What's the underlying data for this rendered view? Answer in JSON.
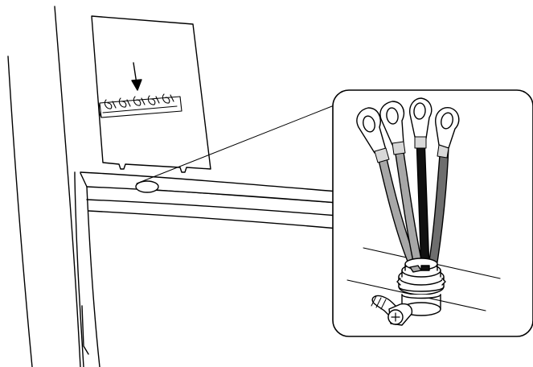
{
  "figure": {
    "description_labels": [],
    "colors": {
      "line": "#000000",
      "background": "#ffffff",
      "wire_gray": "#a7a7a7",
      "wire_dark_gray": "#6e6e6e",
      "wire_black": "#111111",
      "detail_panel_bg": "#ffffff"
    },
    "parts": {
      "terminal_block": {
        "icon": "terminal-block-icon"
      },
      "arrow": {
        "icon": "down-arrow-icon"
      },
      "access_hole": {
        "icon": "access-hole-icon"
      },
      "detail_callout": {
        "icon": "magnify-callout-icon"
      },
      "wires": [
        {
          "color": "gray"
        },
        {
          "color": "gray"
        },
        {
          "color": "black"
        },
        {
          "color": "dark-gray"
        }
      ],
      "strain_relief": {
        "icon": "strain-relief-connector-icon"
      },
      "ground_screw": {
        "icon": "ground-screw-icon"
      }
    }
  }
}
